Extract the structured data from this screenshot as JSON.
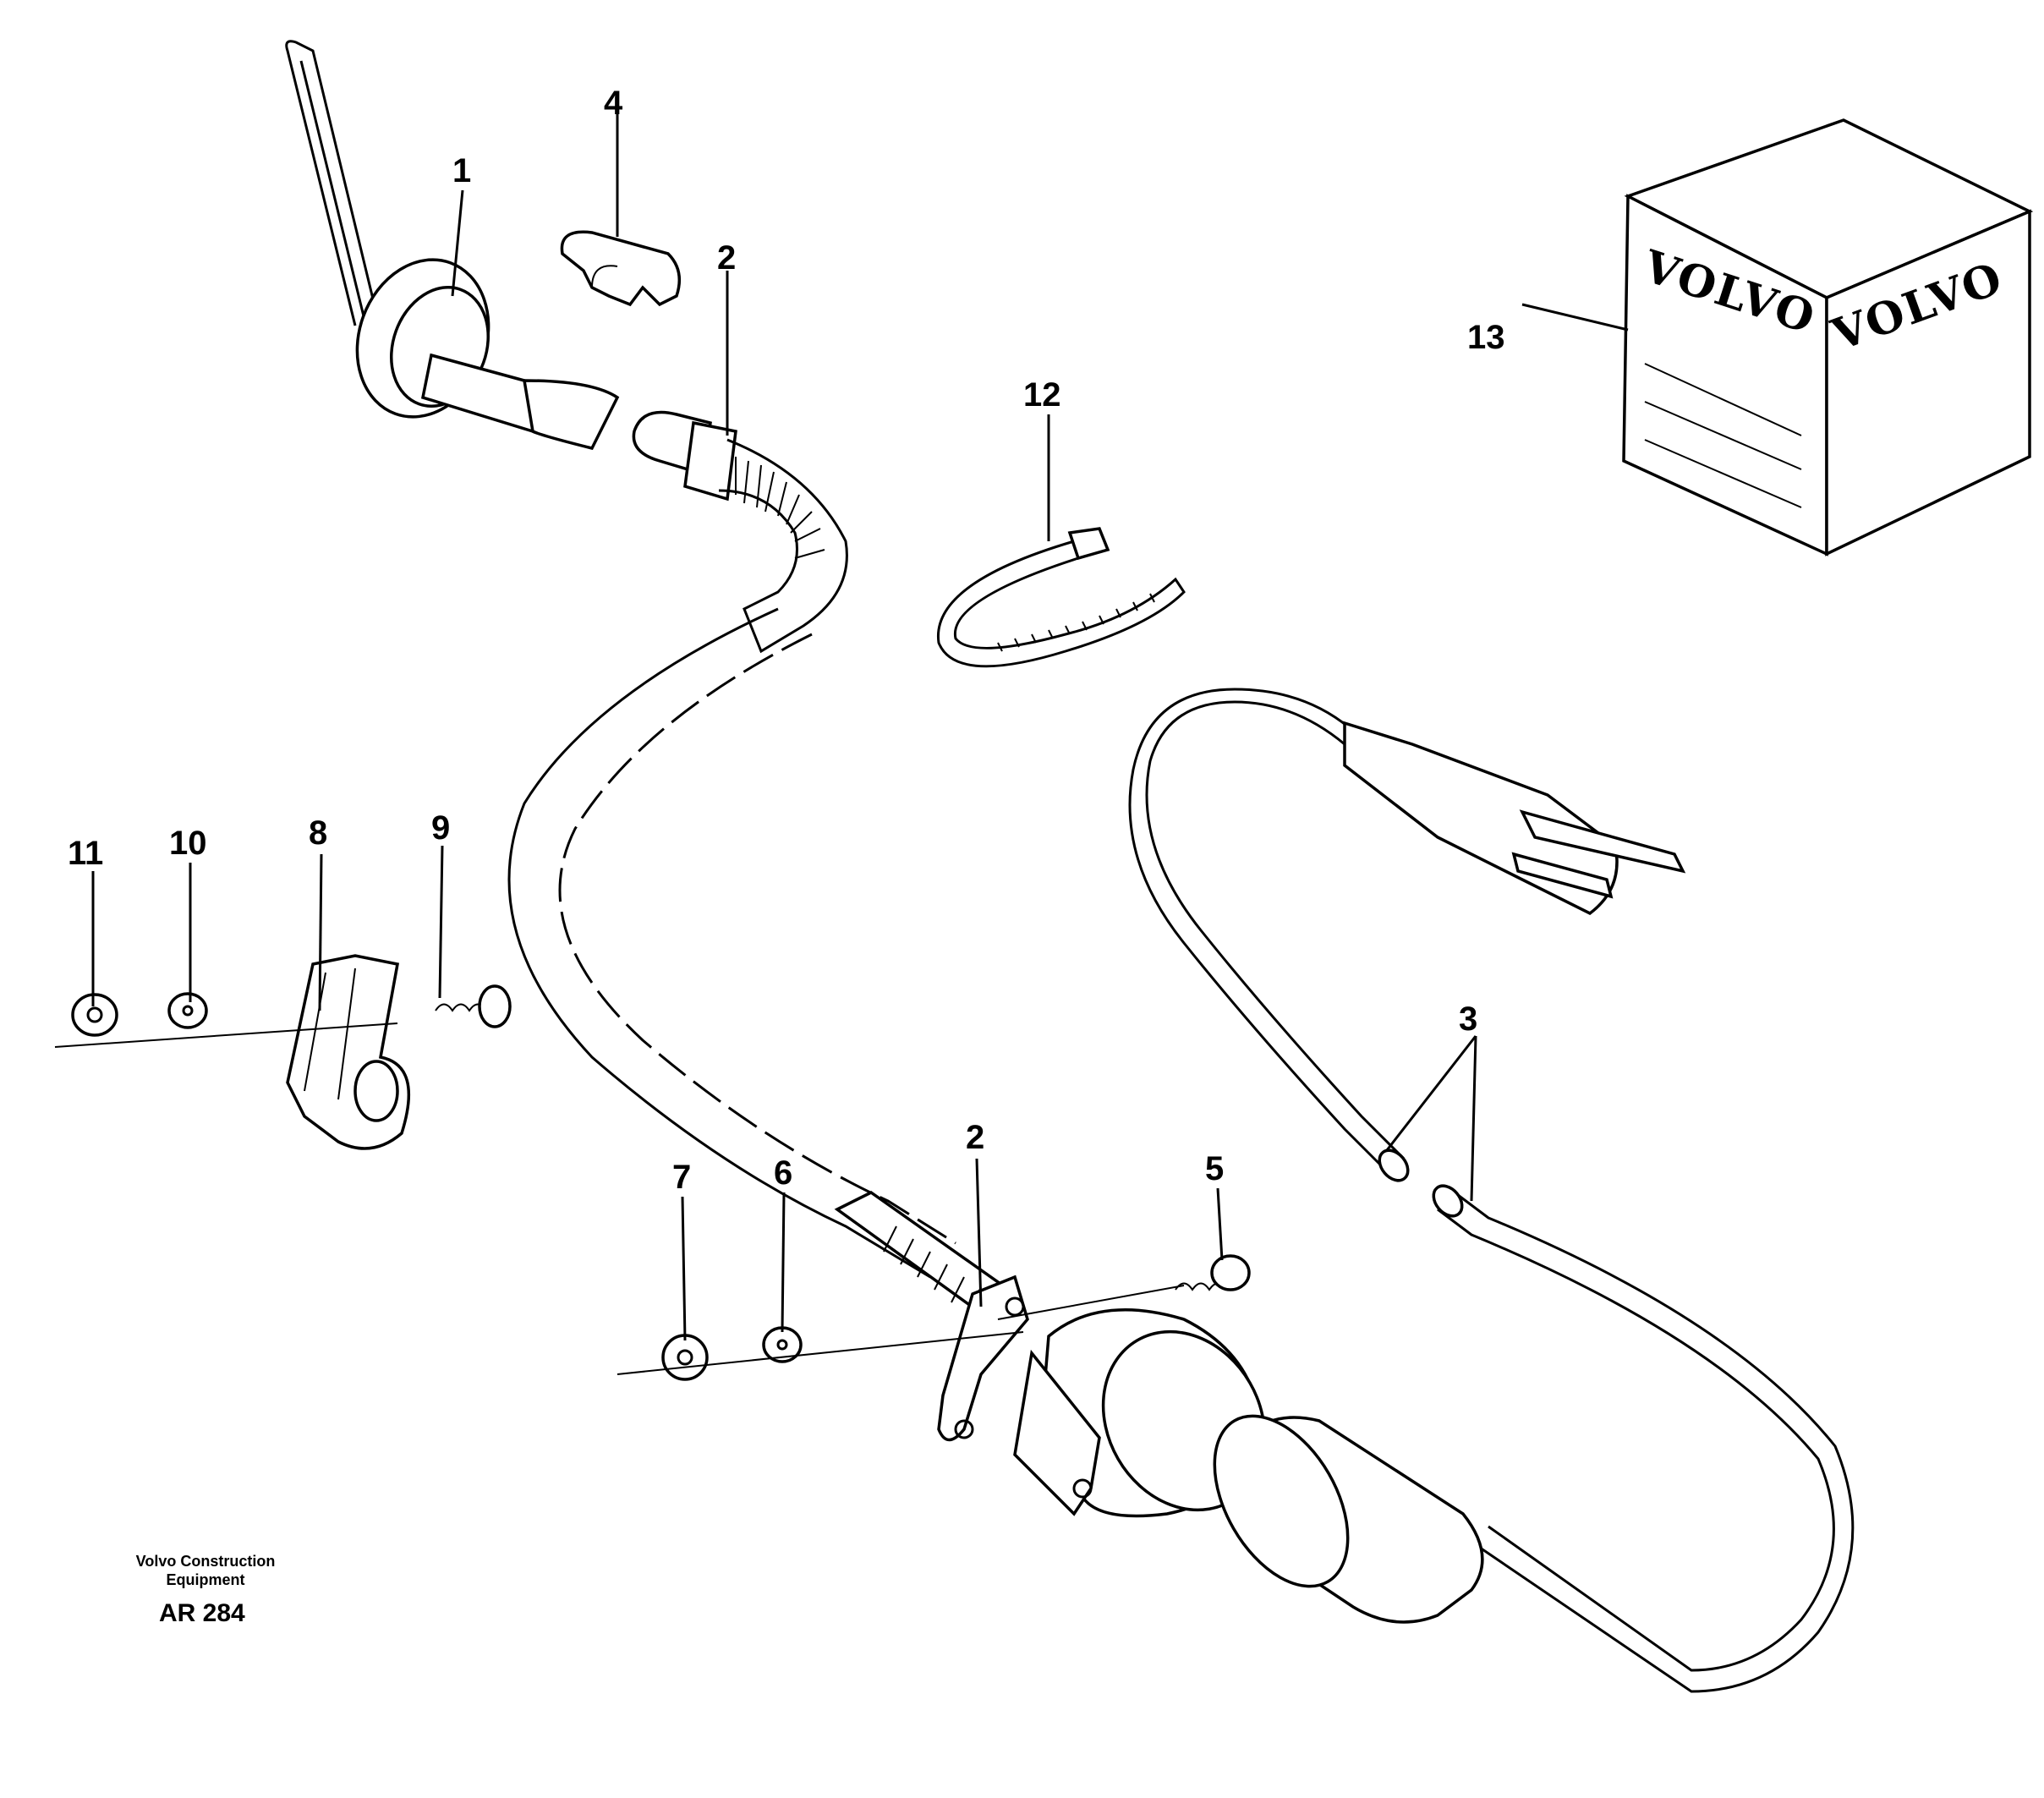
{
  "labels": {
    "l1": "1",
    "l2a": "2",
    "l2b": "2",
    "l3": "3",
    "l4": "4",
    "l5": "5",
    "l6": "6",
    "l7": "7",
    "l8": "8",
    "l9": "9",
    "l10": "10",
    "l11": "11",
    "l12": "12",
    "l13": "13"
  },
  "box": {
    "face_left": "VOLVO",
    "face_right": "VOLVO"
  },
  "caption": {
    "line1": "Volvo Construction",
    "line2": "Equipment",
    "code": "AR 284"
  }
}
